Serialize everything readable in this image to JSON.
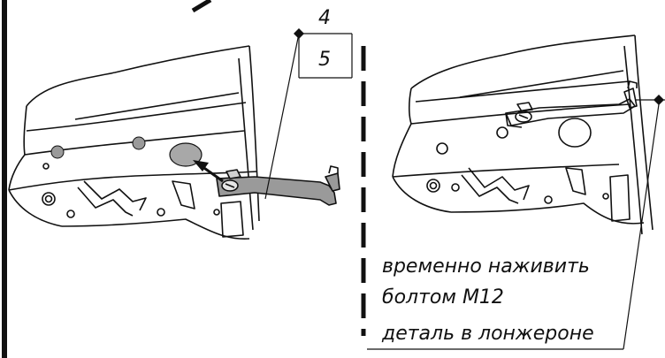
{
  "callout": {
    "top_number": "4",
    "bottom_number": "5"
  },
  "note": {
    "lines": [
      "временно наживить",
      "болтом М12",
      "деталь в лонжероне"
    ]
  },
  "colors": {
    "line": "#111111",
    "part_fill": "#9a9a9a",
    "hole_fill": "#a8a8a8",
    "background": "#ffffff"
  }
}
